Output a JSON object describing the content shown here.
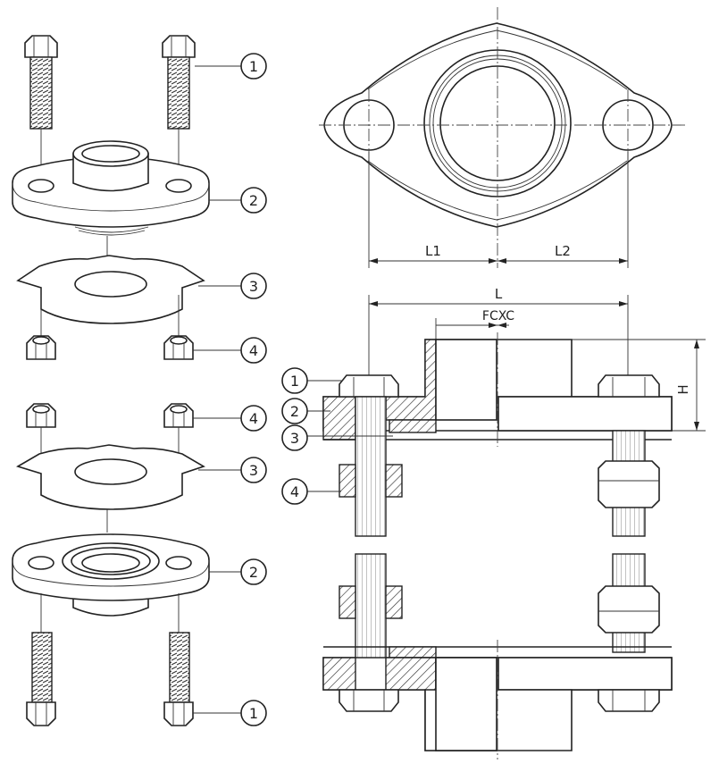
{
  "callouts": {
    "c1": "1",
    "c2": "2",
    "c3": "3",
    "c4": "4"
  },
  "dimensions": {
    "l1": "L1",
    "l2": "L2",
    "l": "L",
    "fcxc": "FCXC",
    "h": "H"
  },
  "colors": {
    "line": "#222222",
    "background": "#ffffff"
  }
}
